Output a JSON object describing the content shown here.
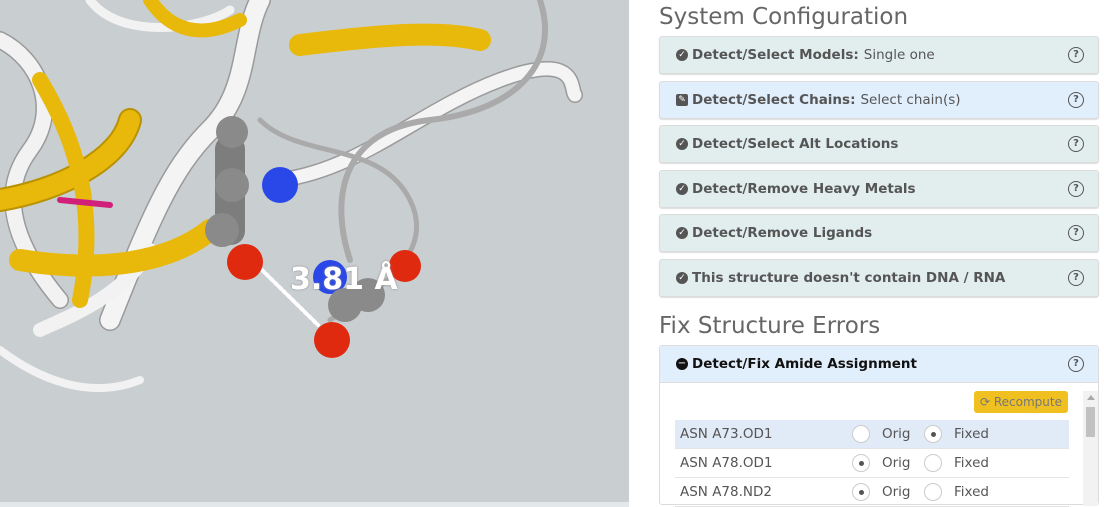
{
  "viewer": {
    "distance_label": "3.81 Å"
  },
  "system_configuration": {
    "title": "System Configuration",
    "items": [
      {
        "label": "Detect/Select Models:",
        "value": "Single one",
        "icon": "check-circle-icon",
        "state": "done"
      },
      {
        "label": "Detect/Select Chains:",
        "value": "Select chain(s)",
        "icon": "edit-icon",
        "state": "active"
      },
      {
        "label": "Detect/Select Alt Locations",
        "value": "",
        "icon": "check-circle-icon",
        "state": "done"
      },
      {
        "label": "Detect/Remove Heavy Metals",
        "value": "",
        "icon": "check-circle-icon",
        "state": "done"
      },
      {
        "label": "Detect/Remove Ligands",
        "value": "",
        "icon": "check-circle-icon",
        "state": "done"
      },
      {
        "label": "This structure doesn't contain DNA / RNA",
        "value": "",
        "icon": "check-circle-icon",
        "state": "done"
      }
    ]
  },
  "fix_errors": {
    "title": "Fix Structure Errors",
    "amide": {
      "title": "Detect/Fix Amide Assignment",
      "recompute": "Recompute",
      "orig_label": "Orig",
      "fixed_label": "Fixed",
      "rows": [
        {
          "name": "ASN A73.OD1",
          "selected": "Fixed",
          "highlighted": true
        },
        {
          "name": "ASN A78.OD1",
          "selected": "Orig",
          "highlighted": false
        },
        {
          "name": "ASN A78.ND2",
          "selected": "Orig",
          "highlighted": false
        }
      ]
    }
  }
}
